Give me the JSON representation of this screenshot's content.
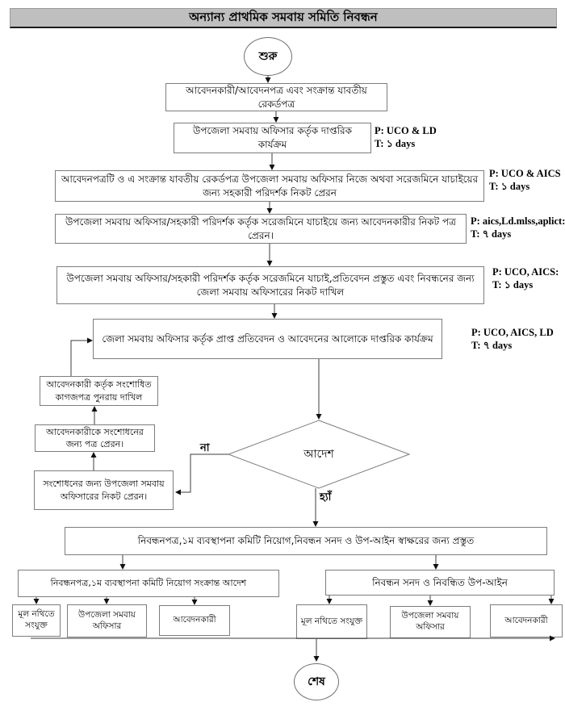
{
  "title": "অন্যান্য প্রাথমিক সমবায় সমিতি নিবন্ধন",
  "terminals": {
    "start": "শুরু",
    "end": "শেষ"
  },
  "decision": {
    "label": "আদেশ",
    "yes_label": "হ্যাঁ",
    "no_label": "না"
  },
  "steps": {
    "records": "আবেদনকারী/আবেদনপত্র এবং সংক্রান্ত যাবতীয় রেকর্ডপত্র",
    "upazila_official": "উপজেলা সমবায় অফিসার কর্তৃক দাপ্তরিক কার্যক্রম",
    "send_to_inspector": "আবেদনপত্রটি ও এ সংক্রান্ত যাবতীয় রেকর্ডপত্র উপজেলা সমবায় অফিসার নিজে অথবা সরেজমিনে যাচাইয়ের জন্য সহকারী পরিদর্শক নিকট প্রেরন",
    "letter_to_applicant": "উপজেলা সমবায় অফিসার/সহকারী পরিদর্শক কর্তৃক সরেজমিনে যাচাইয়ে জন্য আবেদনকারীর নিকট পত্র প্রেরন।",
    "verify_submit_district": "উপজেলা সমবায় অফিসার/সহকারী পরিদর্শক কর্তৃক সরেজমিনে যাচাই,প্রতিবেদন প্রস্তুত এবং নিবন্ধনের জন্য জেলা সমবায় অফিসারের নিকট দাখিল",
    "district_official_action": "জেলা সমবায় অফিসার কর্তৃক প্রাপ্ত প্রতিবেদন ও আবেদনের আলোকে দাপ্তরিক কার্যক্রম",
    "resubmit_corrected": "আবেদনকারী কর্তৃক সংশোধিত কাগজপত্র পুনরায় দাখিল",
    "correction_letter": "আবেদনকারীকে সংশোধনের জন্য পত্র প্রেরন।",
    "send_back_upazila": "সংশোধনের জন্য উপজেলা সমবায় অফিসারের নিকট প্রেরন।",
    "prepare_documents": "নিবন্ধনপত্র,১ম ব্যবস্থাপনা কমিটি নিয়োগ,নিবন্ধন সনদ ও উপ-আইন স্বাক্ষরের জন্য প্রস্তুত",
    "committee_order": "নিবন্ধনপত্র,১ম ব্যবস্থাপনা কমিটি নিয়োগ সংক্রান্ত আদেশ",
    "certificate_bylaws": "নিবন্ধন সনদ ও নিবন্ধিত উপ-আইন",
    "left_attach_file": "মূল নথিতে সংযুক্ত",
    "left_upazila_officer": "উপজেলা সমবায় অফিসার",
    "left_applicant": "আবেদনকারী",
    "right_attach_file": "মূল নথিতে সংযুক্ত",
    "right_upazila_officer": "উপজেলা সমবায় অফিসার",
    "right_applicant": "আবেদনকারী"
  },
  "annotations": [
    {
      "p": "P: UCO & LD",
      "t": "T: ১ days"
    },
    {
      "p": "P: UCO & AICS",
      "t": "T: ১ days"
    },
    {
      "p": "P: aics,Ld.mlss,aplict:",
      "t": "T: ৭ days"
    },
    {
      "p": "P: UCO, AICS:",
      "t": "T: ১ days"
    },
    {
      "p": "P: UCO, AICS, LD",
      "t": "T: ৭ days"
    }
  ],
  "colors": {
    "header_bg": "#bfbfbf",
    "box_border": "#7d7d7d",
    "line": "#3d3d3d"
  }
}
